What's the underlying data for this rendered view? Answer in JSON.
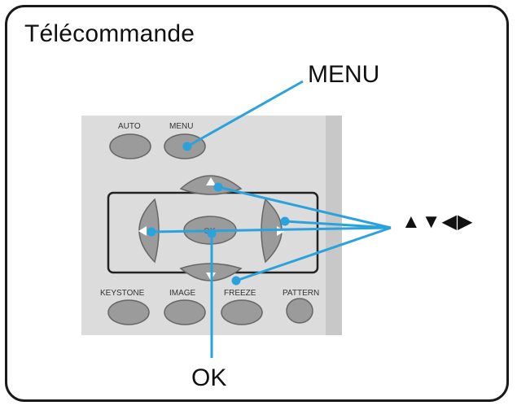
{
  "title": "Télécommande",
  "callouts": {
    "menu": "MENU",
    "ok": "OK",
    "arrows": "▲▼◀▶"
  },
  "remote": {
    "buttons": {
      "auto": "AUTO",
      "menu": "MENU",
      "ok": "OK",
      "keystone": "KEYSTONE",
      "image": "IMAGE",
      "freeze": "FREEZE",
      "pattern": "PATTERN"
    }
  },
  "colors": {
    "leader_line": "#2aa3dc",
    "remote_body": "#d9d9d9",
    "button": "#9a9a9a"
  }
}
